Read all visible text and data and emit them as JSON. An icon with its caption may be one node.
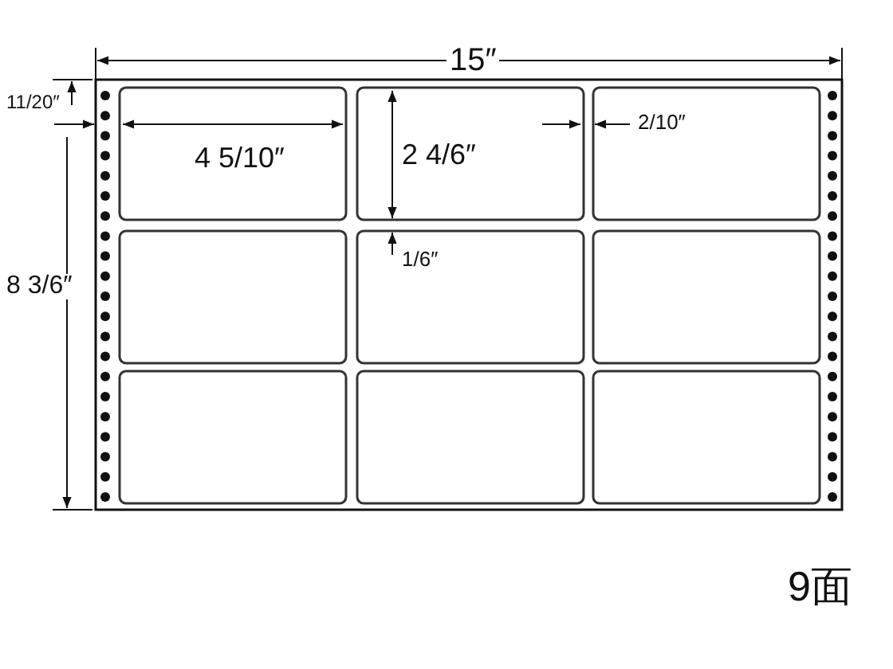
{
  "diagram": {
    "labels": [
      "15″",
      "11/20″",
      "8 3/6″",
      "4 5/10″",
      "2 4/6″",
      "2/10″",
      "1/6″",
      "9面"
    ]
  }
}
